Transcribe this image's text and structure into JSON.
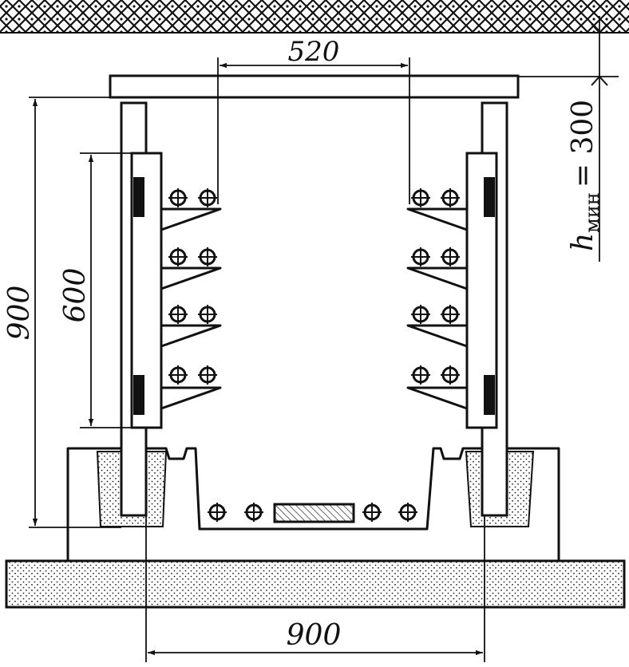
{
  "dimensions": {
    "cable_span": "520",
    "vertical_height": "900",
    "rack_height": "600",
    "base_width": "900",
    "min_depth_symbol": "h",
    "min_depth_subscript": "мин",
    "min_depth_value": "= 300"
  },
  "colors": {
    "ink": "#111111",
    "paper": "#ffffff"
  }
}
